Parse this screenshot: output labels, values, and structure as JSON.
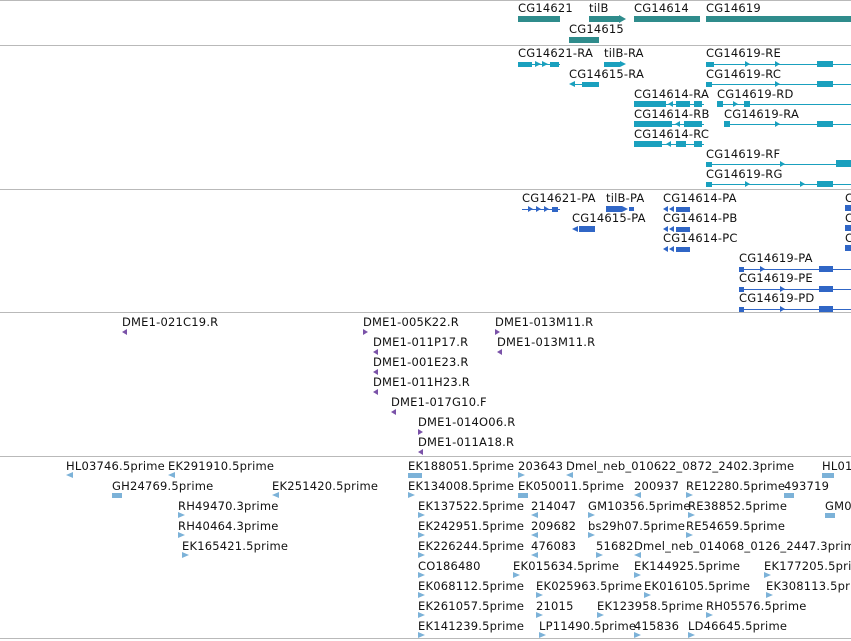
{
  "tracks": {
    "genes": [
      {
        "label": "CG14621"
      },
      {
        "label": "tilB"
      },
      {
        "label": "CG14614"
      },
      {
        "label": "CG14619"
      },
      {
        "label": "CG14615"
      }
    ],
    "transcripts": [
      {
        "label": "CG14621-RA"
      },
      {
        "label": "tilB-RA"
      },
      {
        "label": "CG14619-RE"
      },
      {
        "label": "CG14615-RA"
      },
      {
        "label": "CG14619-RC"
      },
      {
        "label": "CG14614-RA"
      },
      {
        "label": "CG14619-RD"
      },
      {
        "label": "CG14614-RB"
      },
      {
        "label": "CG14619-RA"
      },
      {
        "label": "CG14614-RC"
      },
      {
        "label": "CG14619-RF"
      },
      {
        "label": "CG14619-RG"
      }
    ],
    "proteins": [
      {
        "label": "CG14621-PA"
      },
      {
        "label": "tilB-PA"
      },
      {
        "label": "CG14614-PA"
      },
      {
        "label": "CG14615-PA"
      },
      {
        "label": "CG14614-PB"
      },
      {
        "label": "CG14614-PC"
      },
      {
        "label": "CG14619-PA"
      },
      {
        "label": "CG14619-PE"
      },
      {
        "label": "CG14619-PD"
      },
      {
        "label": "C"
      },
      {
        "label": "C"
      },
      {
        "label": "C"
      }
    ],
    "clones": [
      {
        "label": "DME1-021C19.R"
      },
      {
        "label": "DME1-005K22.R"
      },
      {
        "label": "DME1-013M11.R"
      },
      {
        "label": "DME1-011P17.R"
      },
      {
        "label": "DME1-013M11.R"
      },
      {
        "label": "DME1-001E23.R"
      },
      {
        "label": "DME1-011H23.R"
      },
      {
        "label": "DME1-017G10.F"
      },
      {
        "label": "DME1-014O06.R"
      },
      {
        "label": "DME1-011A18.R"
      }
    ],
    "ests": [
      {
        "label": "HL03746.5prime"
      },
      {
        "label": "EK291910.5prime"
      },
      {
        "label": "EK188051.5prime"
      },
      {
        "label": "203643"
      },
      {
        "label": "Dmel_neb_010622_0872_2402.3prime"
      },
      {
        "label": "HL01"
      },
      {
        "label": "GH24769.5prime"
      },
      {
        "label": "EK251420.5prime"
      },
      {
        "label": "EK134008.5prime"
      },
      {
        "label": "EK050011.5prime"
      },
      {
        "label": "200937"
      },
      {
        "label": "RE12280.5prime"
      },
      {
        "label": "493719"
      },
      {
        "label": "RH49470.3prime"
      },
      {
        "label": "EK137522.5prime"
      },
      {
        "label": "214047"
      },
      {
        "label": "GM10356.5prime"
      },
      {
        "label": "RE38852.5prime"
      },
      {
        "label": "GM0"
      },
      {
        "label": "RH40464.3prime"
      },
      {
        "label": "EK242951.5prime"
      },
      {
        "label": "209682"
      },
      {
        "label": "bs29h07.5prime"
      },
      {
        "label": "RE54659.5prime"
      },
      {
        "label": "EK165421.5prime"
      },
      {
        "label": "EK226244.5prime"
      },
      {
        "label": "476083"
      },
      {
        "label": "51682"
      },
      {
        "label": "Dmel_neb_014068_0126_2447.3prime"
      },
      {
        "label": "CO186480"
      },
      {
        "label": "EK015634.5prime"
      },
      {
        "label": "EK144925.5prime"
      },
      {
        "label": "EK177205.5prime"
      },
      {
        "label": "EK068112.5prime"
      },
      {
        "label": "EK025963.5prime"
      },
      {
        "label": "EK016105.5prime"
      },
      {
        "label": "EK308113.5prime"
      },
      {
        "label": "EK261057.5prime"
      },
      {
        "label": "21015"
      },
      {
        "label": "EK123958.5prime"
      },
      {
        "label": "RH05576.5prime"
      },
      {
        "label": "EK141239.5prime"
      },
      {
        "label": "LP11490.5prime"
      },
      {
        "label": "415836"
      },
      {
        "label": "LD46645.5prime"
      }
    ]
  },
  "colors": {
    "gene": "#2f8c8c",
    "transcript": "#1aa0be",
    "protein": "#3066c6",
    "clone": "#7a52a8",
    "est": "#7cb2d8",
    "separator": "#b9b9b9"
  }
}
